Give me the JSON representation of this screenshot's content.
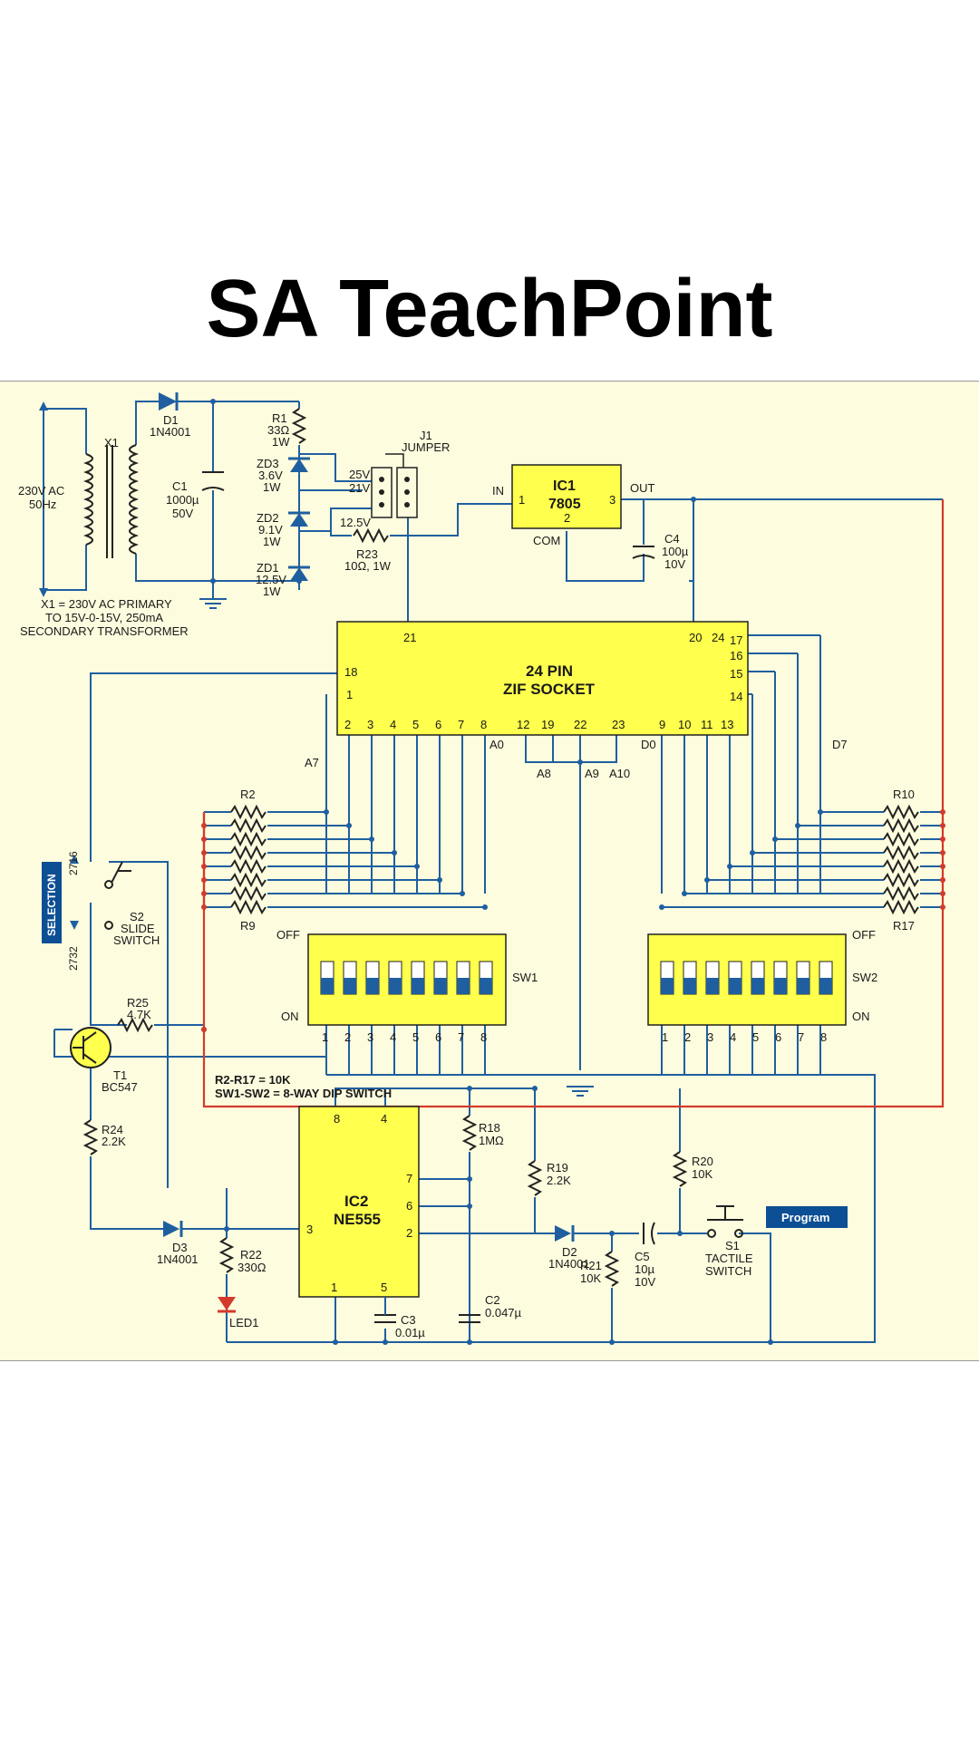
{
  "header": {
    "title": "SA TeachPoint"
  },
  "colors": {
    "ic_fill": "#ffff4d",
    "wire": "#1f5fa0",
    "rail": "#d33a2c",
    "panel": "#fdfcde",
    "label_box": "#0d4f94"
  },
  "labels": {
    "ac": "230V AC",
    "hz": "50Hz",
    "x1": "X1",
    "x1_note1": "X1 = 230V AC PRIMARY",
    "x1_note2": "TO 15V-0-15V, 250mA",
    "x1_note3": "SECONDARY TRANSFORMER",
    "d1": "D1",
    "d1v": "1N4001",
    "c1": "C1",
    "c1a": "1000µ",
    "c1b": "50V",
    "r1": "R1",
    "r1a": "33Ω",
    "r1b": "1W",
    "zd3": "ZD3",
    "zd3a": "3.6V",
    "zd3b": "1W",
    "zd2": "ZD2",
    "zd2a": "9.1V",
    "zd2b": "1W",
    "zd1": "ZD1",
    "zd1a": "12.5V",
    "zd1b": "1W",
    "j1": "J1",
    "jumper": "JUMPER",
    "v25": "25V",
    "v21": "21V",
    "v125": "12.5V",
    "r23": "R23",
    "r23v": "10Ω, 1W",
    "ic1": "IC1",
    "ic1v": "7805",
    "in": "IN",
    "out": "OUT",
    "com": "COM",
    "p1": "1",
    "p2": "2",
    "p3": "3",
    "c4": "C4",
    "c4a": "100µ",
    "c4b": "10V",
    "zif1": "24 PIN",
    "zif2": "ZIF SOCKET",
    "a7": "A7",
    "a0": "A0",
    "d0": "D0",
    "d7": "D7",
    "a8": "A8",
    "a9": "A9",
    "a10": "A10",
    "r2": "R2",
    "r9": "R9",
    "r10": "R10",
    "r17": "R17",
    "off": "OFF",
    "on": "ON",
    "sw1": "SW1",
    "sw2": "SW2",
    "selection": "SELECTION",
    "s2716": "2716",
    "s2732": "2732",
    "s2": "S2",
    "slide": "SLIDE",
    "switch": "SWITCH",
    "r25": "R25",
    "r25v": "4.7K",
    "t1": "T1",
    "t1v": "BC547",
    "r24": "R24",
    "r24v": "2.2K",
    "note1": "R2-R17 = 10K",
    "note2": "SW1-SW2 = 8-WAY DIP SWITCH",
    "ic2": "IC2",
    "ic2v": "NE555",
    "r18": "R18",
    "r18v": "1MΩ",
    "r19": "R19",
    "r19v": "2.2K",
    "r20": "R20",
    "r20v": "10K",
    "d3": "D3",
    "d3v": "1N4001",
    "r22": "R22",
    "r22v": "330Ω",
    "led1": "LED1",
    "d2": "D2",
    "d2v": "1N4001",
    "c5": "C5",
    "c5a": "10µ",
    "c5b": "10V",
    "r21": "R21",
    "r21v": "10K",
    "c2": "C2",
    "c2v": "0.047µ",
    "c3": "C3",
    "c3v": "0.01µ",
    "s1": "S1",
    "tactile": "TACTILE",
    "tswitch": "SWITCH",
    "program": "Program",
    "pin4": "4",
    "pin5": "5",
    "pin6": "6",
    "pin7": "7",
    "pin8": "8",
    "pin9": "9",
    "pin10": "10",
    "pin11": "11",
    "pin12": "12",
    "pin13": "13",
    "pin14": "14",
    "pin15": "15",
    "pin16": "16",
    "pin17": "17",
    "pin18": "18",
    "pin19": "19",
    "pin20": "20",
    "pin21": "21",
    "pin22": "22",
    "pin23": "23",
    "pin24": "24"
  }
}
